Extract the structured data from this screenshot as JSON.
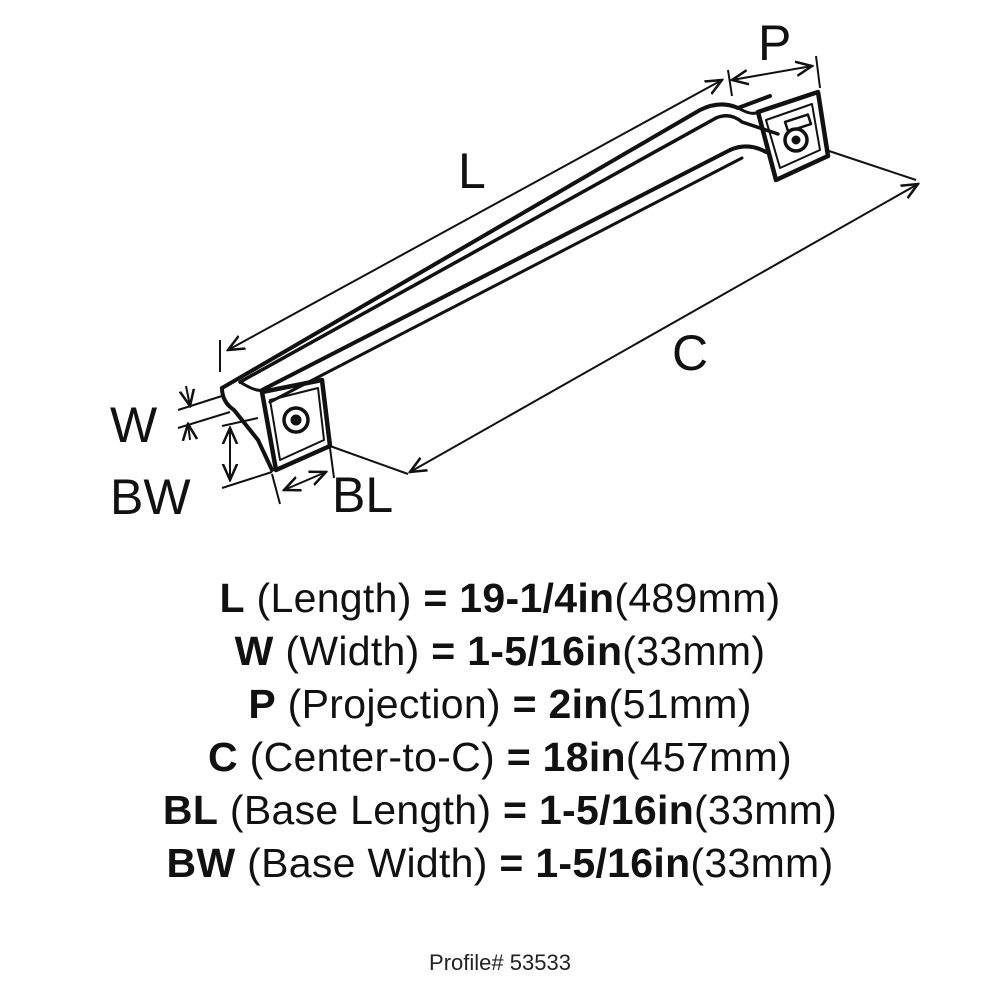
{
  "diagram": {
    "labels": {
      "L": "L",
      "P": "P",
      "C": "C",
      "W": "W",
      "BW": "BW",
      "BL": "BL"
    }
  },
  "specs": [
    {
      "code": "L",
      "name": " (Length) ",
      "eq": "= ",
      "inch": "19-1/4in",
      "mm": "(489mm)"
    },
    {
      "code": "W",
      "name": " (Width) ",
      "eq": "= ",
      "inch": "1-5/16in",
      "mm": "(33mm)"
    },
    {
      "code": "P",
      "name": " (Projection) ",
      "eq": "= ",
      "inch": "2in",
      "mm": "(51mm)"
    },
    {
      "code": "C",
      "name": " (Center-to-C) ",
      "eq": "= ",
      "inch": "18in",
      "mm": "(457mm)"
    },
    {
      "code": "BL",
      "name": " (Base Length) ",
      "eq": "= ",
      "inch": "1-5/16in",
      "mm": "(33mm)"
    },
    {
      "code": "BW",
      "name": " (Base Width) ",
      "eq": "= ",
      "inch": "1-5/16in",
      "mm": "(33mm)"
    }
  ],
  "profile": "Profile# 53533"
}
